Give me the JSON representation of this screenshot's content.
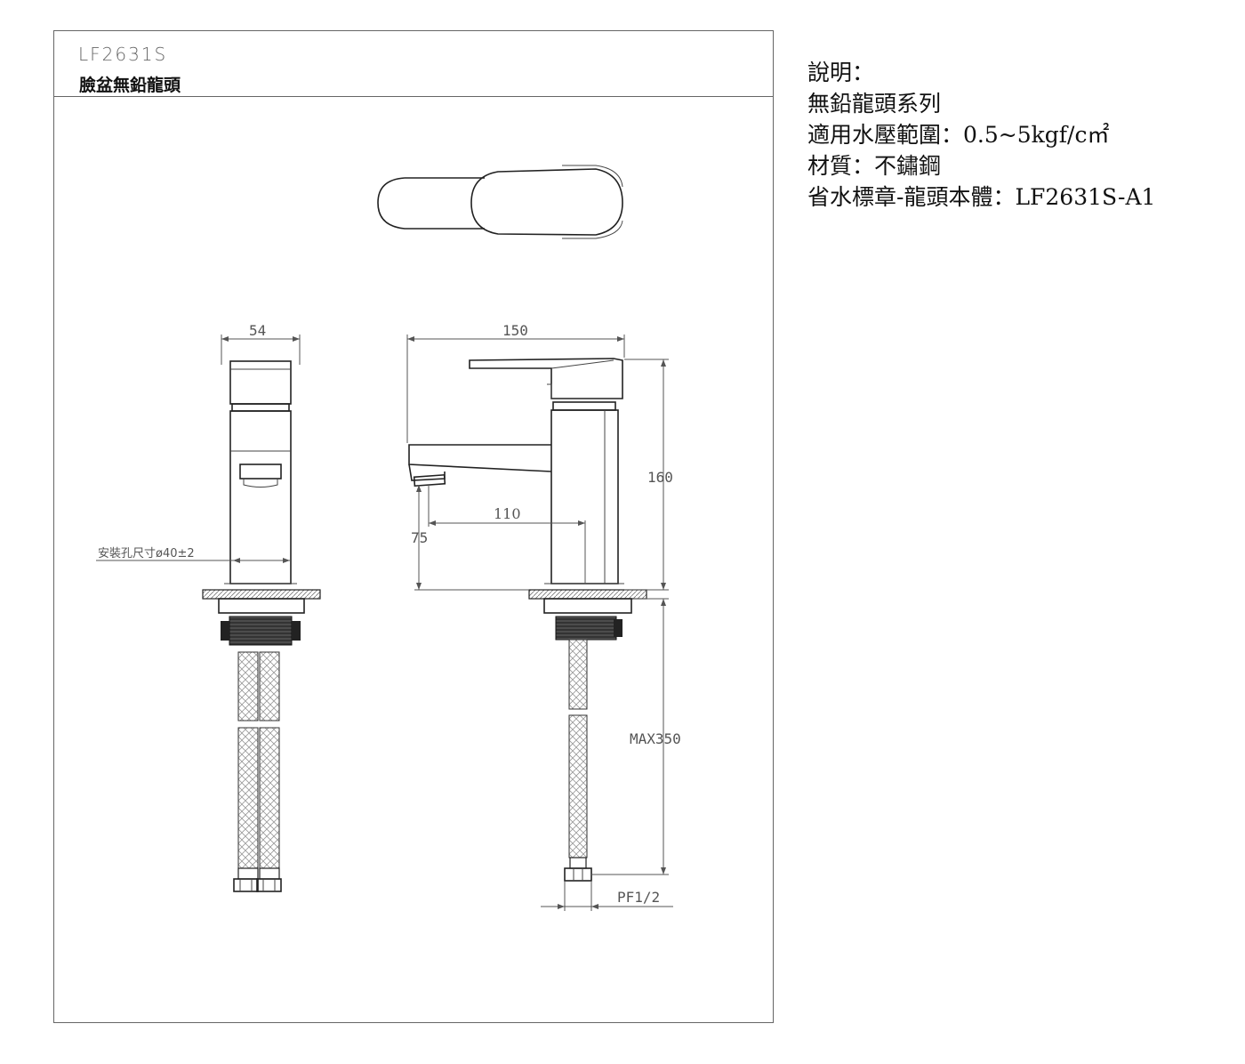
{
  "title_block": {
    "model_code": "LF2631S",
    "product_name": "臉盆無鉛龍頭"
  },
  "dimensions": {
    "width_side": "54",
    "width_front": "150",
    "height": "160",
    "spout_reach": "110",
    "spout_height": "75",
    "hole_size": "安裝孔尺寸ø40±2",
    "hose_length": "MAX350",
    "thread": "PF1/2"
  },
  "description": {
    "heading": "說明：",
    "line1": "無鉛龍頭系列",
    "line2": "適用水壓範圍：0.5~5kgf/c㎡",
    "line3": "材質：不鏽鋼",
    "line4": "省水標章-龍頭本體：LF2631S-A1"
  }
}
